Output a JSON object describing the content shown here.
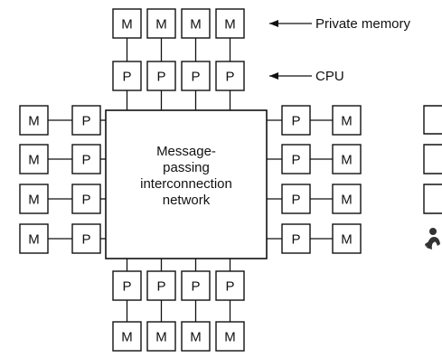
{
  "colors": {
    "stroke": "#111111",
    "fill": "#ffffff"
  },
  "labels": {
    "memory": "M",
    "cpu": "P"
  },
  "network": {
    "lines": [
      "Message-",
      "passing",
      "interconnection",
      "network"
    ]
  },
  "annotations": {
    "private_memory": "Private memory",
    "cpu": "CPU"
  },
  "partial_figure": {
    "glyph_icon": "figure-icon"
  }
}
